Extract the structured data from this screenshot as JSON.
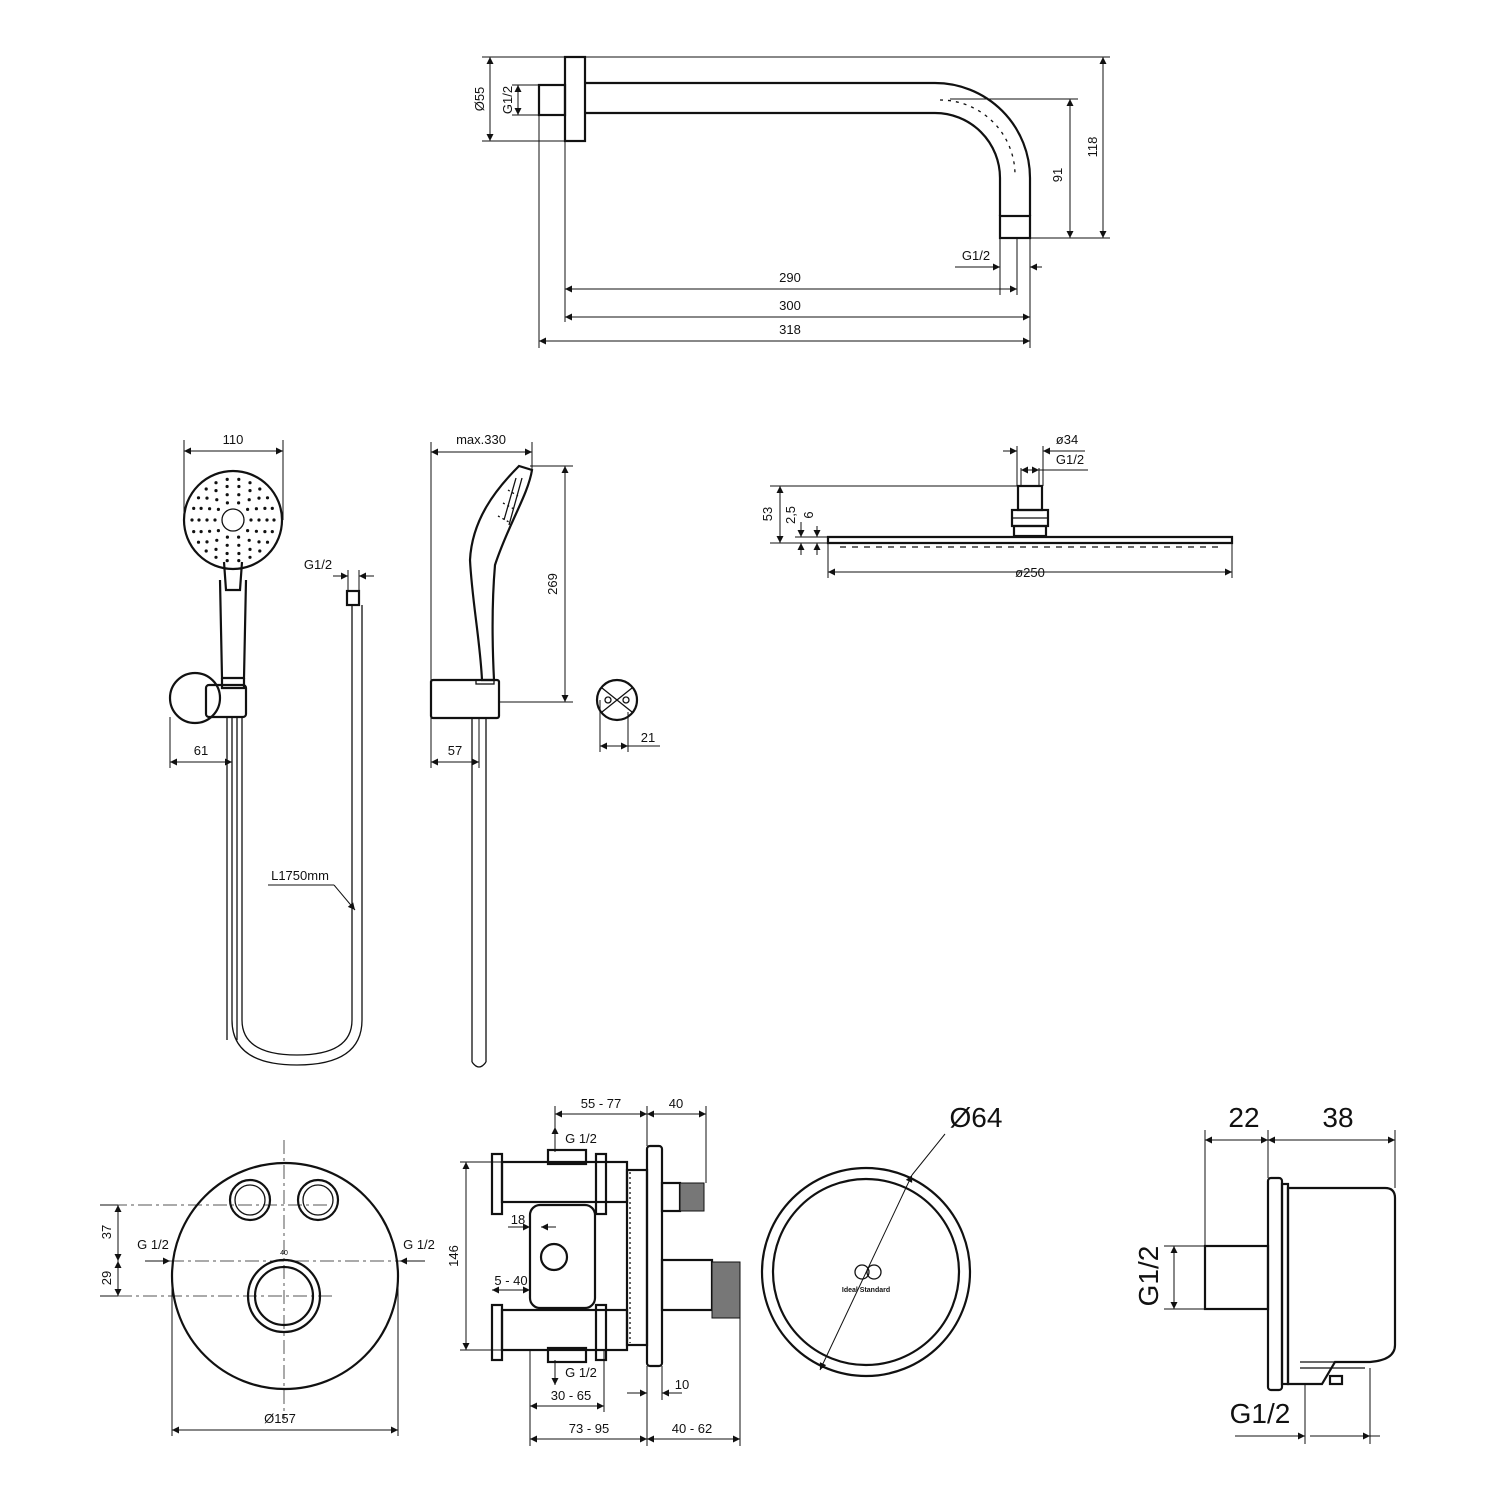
{
  "arm": {
    "d55": "Ø55",
    "g12_top": "G1/2",
    "g12_outlet": "G1/2",
    "d118": "118",
    "d91": "91",
    "d290": "290",
    "d300": "300",
    "d318": "318"
  },
  "handshower": {
    "d110": "110",
    "d61": "61",
    "g12_hose": "G1/2",
    "hose_length": "L1750mm",
    "max330": "max.330",
    "d269": "269",
    "d57": "57",
    "d21": "21"
  },
  "overhead": {
    "d34": "ø34",
    "g12": "G1/2",
    "d53": "53",
    "d2_5": "2,5",
    "d6": "6",
    "d250": "ø250"
  },
  "valve_front": {
    "d37": "37",
    "d29": "29",
    "g12_left": "G 1/2",
    "g12_right": "G 1/2",
    "d157": "Ø157",
    "dial_mark": "40"
  },
  "valve_side": {
    "d55_77": "55 - 77",
    "d40": "40",
    "g12_top": "G 1/2",
    "d18": "18",
    "d146": "146",
    "d5_40": "5 - 40",
    "g12_bottom": "G 1/2",
    "d10": "10",
    "d30_65": "30 - 65",
    "d73_95": "73 - 95",
    "d40_62": "40 - 62"
  },
  "cover": {
    "d64": "Ø64",
    "logo_text": "Ideal Standard"
  },
  "outlet": {
    "d22": "22",
    "d38": "38",
    "g12_side": "G1/2",
    "g12_bottom": "G1/2"
  }
}
